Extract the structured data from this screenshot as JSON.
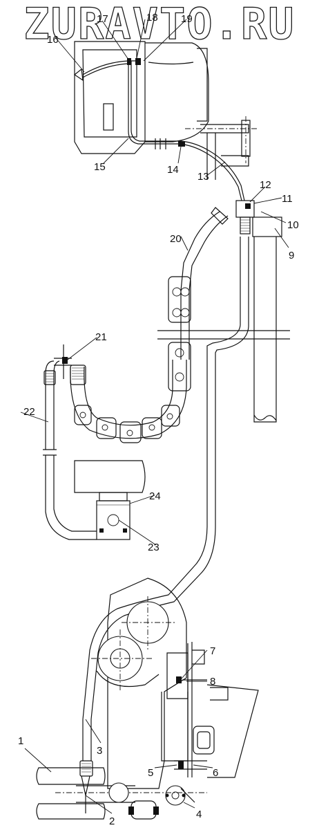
{
  "watermark": "ZURAVTO.RU",
  "callouts": [
    "1",
    "2",
    "3",
    "4",
    "5",
    "6",
    "7",
    "8",
    "9",
    "10",
    "11",
    "12",
    "13",
    "14",
    "15",
    "16",
    "17",
    "18",
    "19",
    "20",
    "21",
    "22",
    "23",
    "24"
  ]
}
